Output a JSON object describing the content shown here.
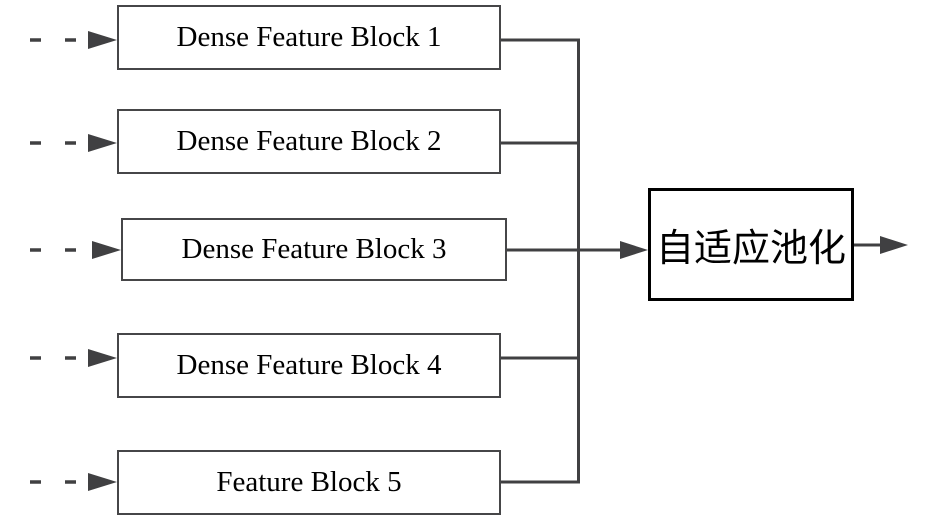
{
  "diagram": {
    "blocks": [
      {
        "label": "Dense Feature Block 1"
      },
      {
        "label": "Dense Feature Block 2"
      },
      {
        "label": "Dense Feature Block 3"
      },
      {
        "label": "Dense Feature Block 4"
      },
      {
        "label": "Feature Block 5"
      }
    ],
    "pooling": {
      "label": "自适应池化"
    },
    "colors": {
      "line": "#404042",
      "box_border": "#464648",
      "pooling_border": "#000000",
      "text": "#000000",
      "background": "#ffffff"
    }
  }
}
